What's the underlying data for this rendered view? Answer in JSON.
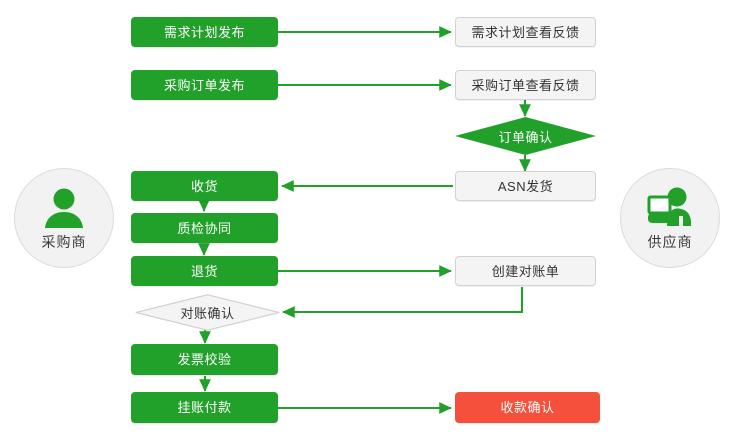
{
  "diagram": {
    "type": "flowchart",
    "title": "",
    "colors": {
      "green": "#21a12a",
      "red": "#f4503c",
      "gray_fill": "#f4f4f4",
      "gray_border": "#d2d2d2",
      "actor_fill": "#f2f2f2",
      "arrow": "#21a12a",
      "white_text": "#ffffff",
      "dark_text": "#333333"
    }
  },
  "actors": {
    "buyer": {
      "label": "采购商",
      "icon": "person-icon"
    },
    "supplier": {
      "label": "供应商",
      "icon": "person-at-computer-icon"
    }
  },
  "nodes": {
    "demand_plan_publish": {
      "label": "需求计划发布",
      "shape": "rect",
      "style": "green"
    },
    "demand_plan_feedback": {
      "label": "需求计划查看反馈",
      "shape": "rect",
      "style": "gray"
    },
    "purchase_order_publish": {
      "label": "采购订单发布",
      "shape": "rect",
      "style": "green"
    },
    "purchase_order_feedback": {
      "label": "采购订单查看反馈",
      "shape": "rect",
      "style": "gray"
    },
    "order_confirm": {
      "label": "订单确认",
      "shape": "diamond",
      "style": "green"
    },
    "asn_shipment": {
      "label": "ASN发货",
      "shape": "rect",
      "style": "gray"
    },
    "receive_goods": {
      "label": "收货",
      "shape": "rect",
      "style": "green"
    },
    "quality_check": {
      "label": "质检协同",
      "shape": "rect",
      "style": "green"
    },
    "return_goods": {
      "label": "退货",
      "shape": "rect",
      "style": "green"
    },
    "create_statement": {
      "label": "创建对账单",
      "shape": "rect",
      "style": "gray"
    },
    "statement_confirm": {
      "label": "对账确认",
      "shape": "diamond",
      "style": "gray"
    },
    "invoice_verify": {
      "label": "发票校验",
      "shape": "rect",
      "style": "green"
    },
    "payment_posting": {
      "label": "挂账付款",
      "shape": "rect",
      "style": "green"
    },
    "receipt_confirm": {
      "label": "收款确认",
      "shape": "rect",
      "style": "red"
    }
  },
  "edges": [
    {
      "from": "demand_plan_publish",
      "to": "demand_plan_feedback"
    },
    {
      "from": "purchase_order_publish",
      "to": "purchase_order_feedback"
    },
    {
      "from": "purchase_order_feedback",
      "to": "order_confirm"
    },
    {
      "from": "order_confirm",
      "to": "asn_shipment"
    },
    {
      "from": "asn_shipment",
      "to": "receive_goods"
    },
    {
      "from": "receive_goods",
      "to": "quality_check"
    },
    {
      "from": "quality_check",
      "to": "return_goods"
    },
    {
      "from": "return_goods",
      "to": "create_statement"
    },
    {
      "from": "create_statement",
      "to": "statement_confirm"
    },
    {
      "from": "statement_confirm",
      "to": "invoice_verify"
    },
    {
      "from": "invoice_verify",
      "to": "payment_posting"
    },
    {
      "from": "payment_posting",
      "to": "receipt_confirm"
    }
  ]
}
